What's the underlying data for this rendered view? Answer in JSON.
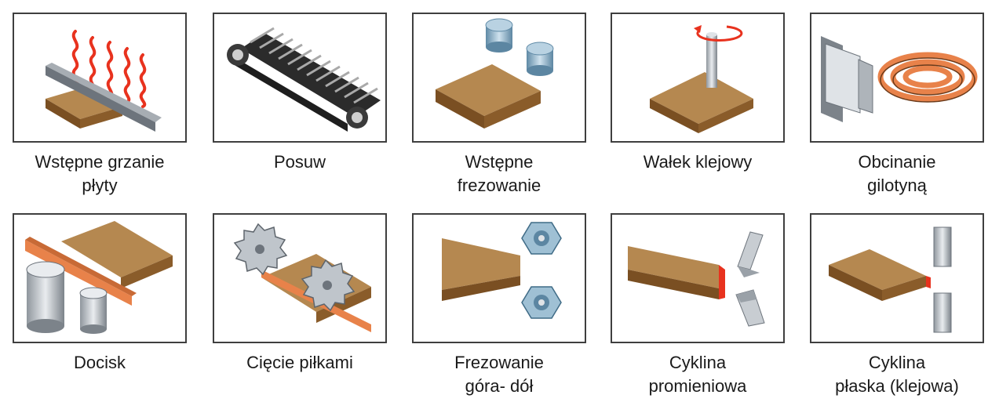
{
  "tiles": [
    {
      "icon": "heater-icon",
      "line1": "Wstępne grzanie",
      "line2": "płyty"
    },
    {
      "icon": "conveyor-icon",
      "line1": "Posuw",
      "line2": ""
    },
    {
      "icon": "pre-milling-icon",
      "line1": "Wstępne",
      "line2": "frezowanie"
    },
    {
      "icon": "glue-roller-icon",
      "line1": "Wałek klejowy",
      "line2": ""
    },
    {
      "icon": "guillotine-icon",
      "line1": "Obcinanie",
      "line2": "gilotyną"
    },
    {
      "icon": "pressure-rollers-icon",
      "line1": "Docisk",
      "line2": ""
    },
    {
      "icon": "saw-blades-icon",
      "line1": "Cięcie piłkami",
      "line2": ""
    },
    {
      "icon": "top-bottom-milling-icon",
      "line1": "Frezowanie",
      "line2": "góra- dół"
    },
    {
      "icon": "radius-scraper-icon",
      "line1": "Cyklina",
      "line2": "promieniowa"
    },
    {
      "icon": "flat-scraper-icon",
      "line1": "Cyklina",
      "line2": "płaska (klejowa)"
    }
  ],
  "colors": {
    "wood_top": "#b58850",
    "wood_side": "#7a4f22",
    "edge_band": "#e8824a",
    "heat": "#e8321e",
    "metal": "#b9bfc6",
    "metal_dark": "#6d747c",
    "cutter": "#8fb2c8"
  }
}
